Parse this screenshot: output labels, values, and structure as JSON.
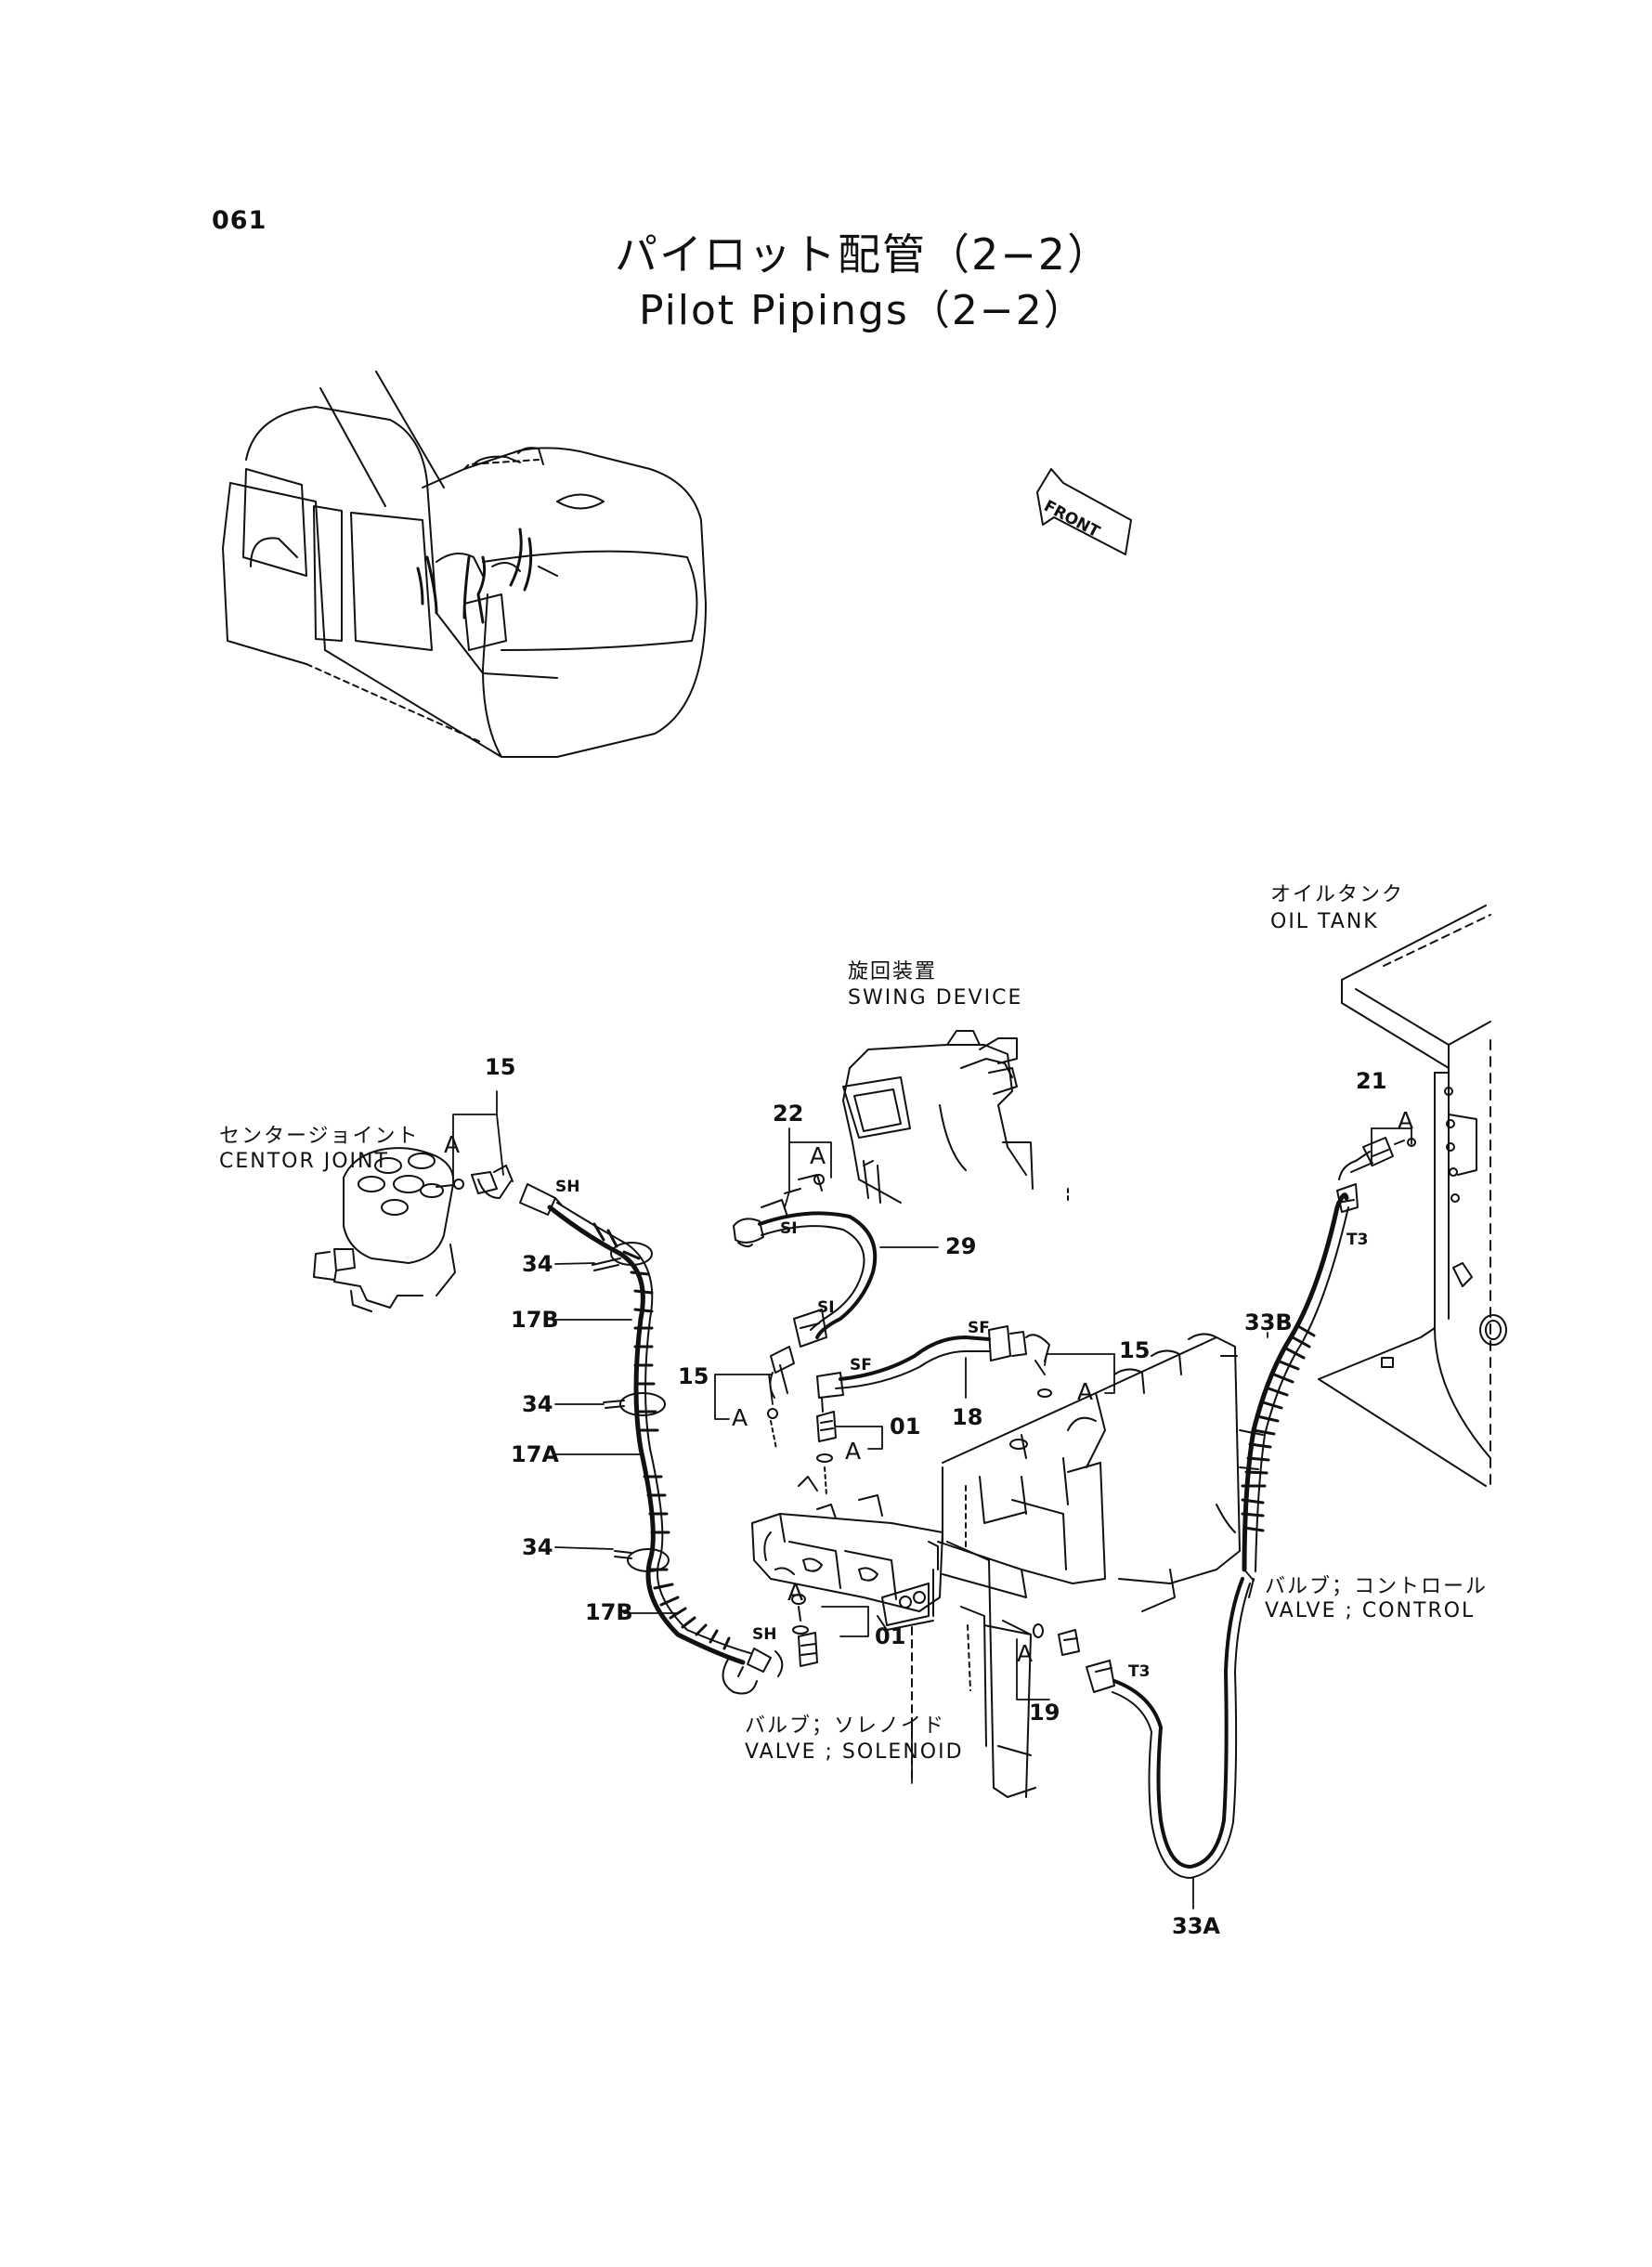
{
  "page": {
    "number": "061",
    "title_jp": "パイロット配管（2−2）",
    "title_en": "Pilot Pipings（2−2）"
  },
  "front_arrow": {
    "text": "FRONT"
  },
  "labels": {
    "oil_tank_jp": "オイルタンク",
    "oil_tank_en": "OIL TANK",
    "swing_device_jp": "旋回装置",
    "swing_device_en": "SWING DEVICE",
    "center_joint_jp": "センタージョイント",
    "center_joint_en": "CENTOR JOINT",
    "control_valve_jp": "バルブ；コントロール",
    "control_valve_en": "VALVE ; CONTROL",
    "solenoid_valve_jp": "バルブ；ソレノイド",
    "solenoid_valve_en": "VALVE ; SOLENOID"
  },
  "callouts": {
    "p15_top": "15",
    "p15_left": "15",
    "p15_right": "15",
    "p22": "22",
    "p29": "29",
    "p21": "21",
    "p33b": "33B",
    "p33a": "33A",
    "p34_a": "34",
    "p34_b": "34",
    "p34_c": "34",
    "p17b_top": "17B",
    "p17a": "17A",
    "p17b_bottom": "17B",
    "p18": "18",
    "p01_top": "01",
    "p01_bottom": "01",
    "p19": "19"
  },
  "detail_marks": {
    "a1": "A",
    "a2": "A",
    "a3": "A",
    "a4": "A",
    "a5": "A",
    "a6": "A",
    "a7": "A",
    "a8": "A",
    "a9": "A"
  },
  "hose_tags": {
    "sh_top": "SH",
    "sh_bottom": "SH",
    "si_top": "SI",
    "si_bottom": "SI",
    "sf_left": "SF",
    "sf_right": "SF",
    "t3_top": "T3",
    "t3_bottom": "T3"
  }
}
